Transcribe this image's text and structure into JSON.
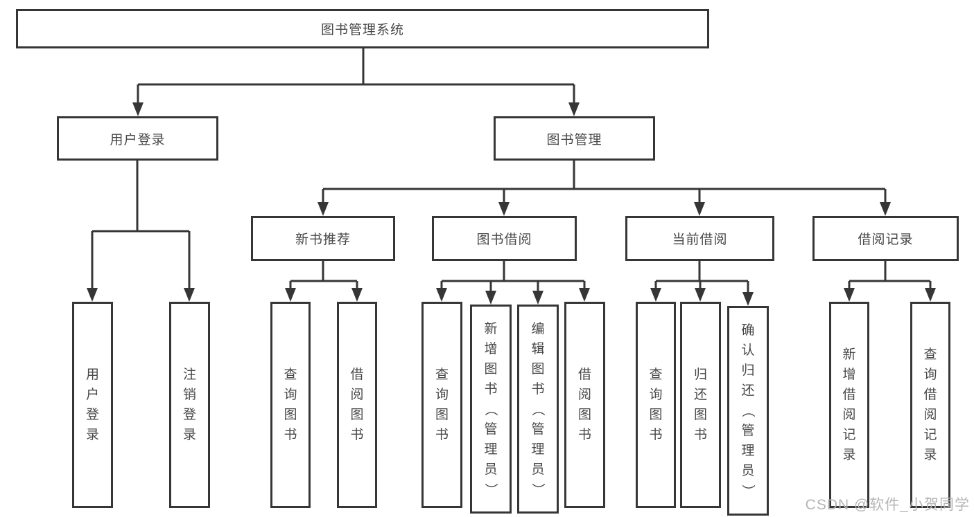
{
  "tree": {
    "label": "图书管理系统",
    "children": [
      {
        "label": "用户登录",
        "children": [
          {
            "label": "用户登录"
          },
          {
            "label": "注销登录"
          }
        ]
      },
      {
        "label": "图书管理",
        "children": [
          {
            "label": "新书推荐",
            "children": [
              {
                "label": "查询图书"
              },
              {
                "label": "借阅图书"
              }
            ]
          },
          {
            "label": "图书借阅",
            "children": [
              {
                "label": "查询图书"
              },
              {
                "label": "新增图书（管理员）"
              },
              {
                "label": "编辑图书（管理员）"
              },
              {
                "label": "借阅图书"
              }
            ]
          },
          {
            "label": "当前借阅",
            "children": [
              {
                "label": "查询图书"
              },
              {
                "label": "归还图书"
              },
              {
                "label": "确认归还（管理员）"
              }
            ]
          },
          {
            "label": "借阅记录",
            "children": [
              {
                "label": "新增借阅记录"
              },
              {
                "label": "查询借阅记录"
              }
            ]
          }
        ]
      }
    ]
  },
  "watermark": "CSDN @软件_小贺同学",
  "colors": {
    "line": "#363636",
    "text": "#474747",
    "watermark": "#b5b5b5"
  }
}
